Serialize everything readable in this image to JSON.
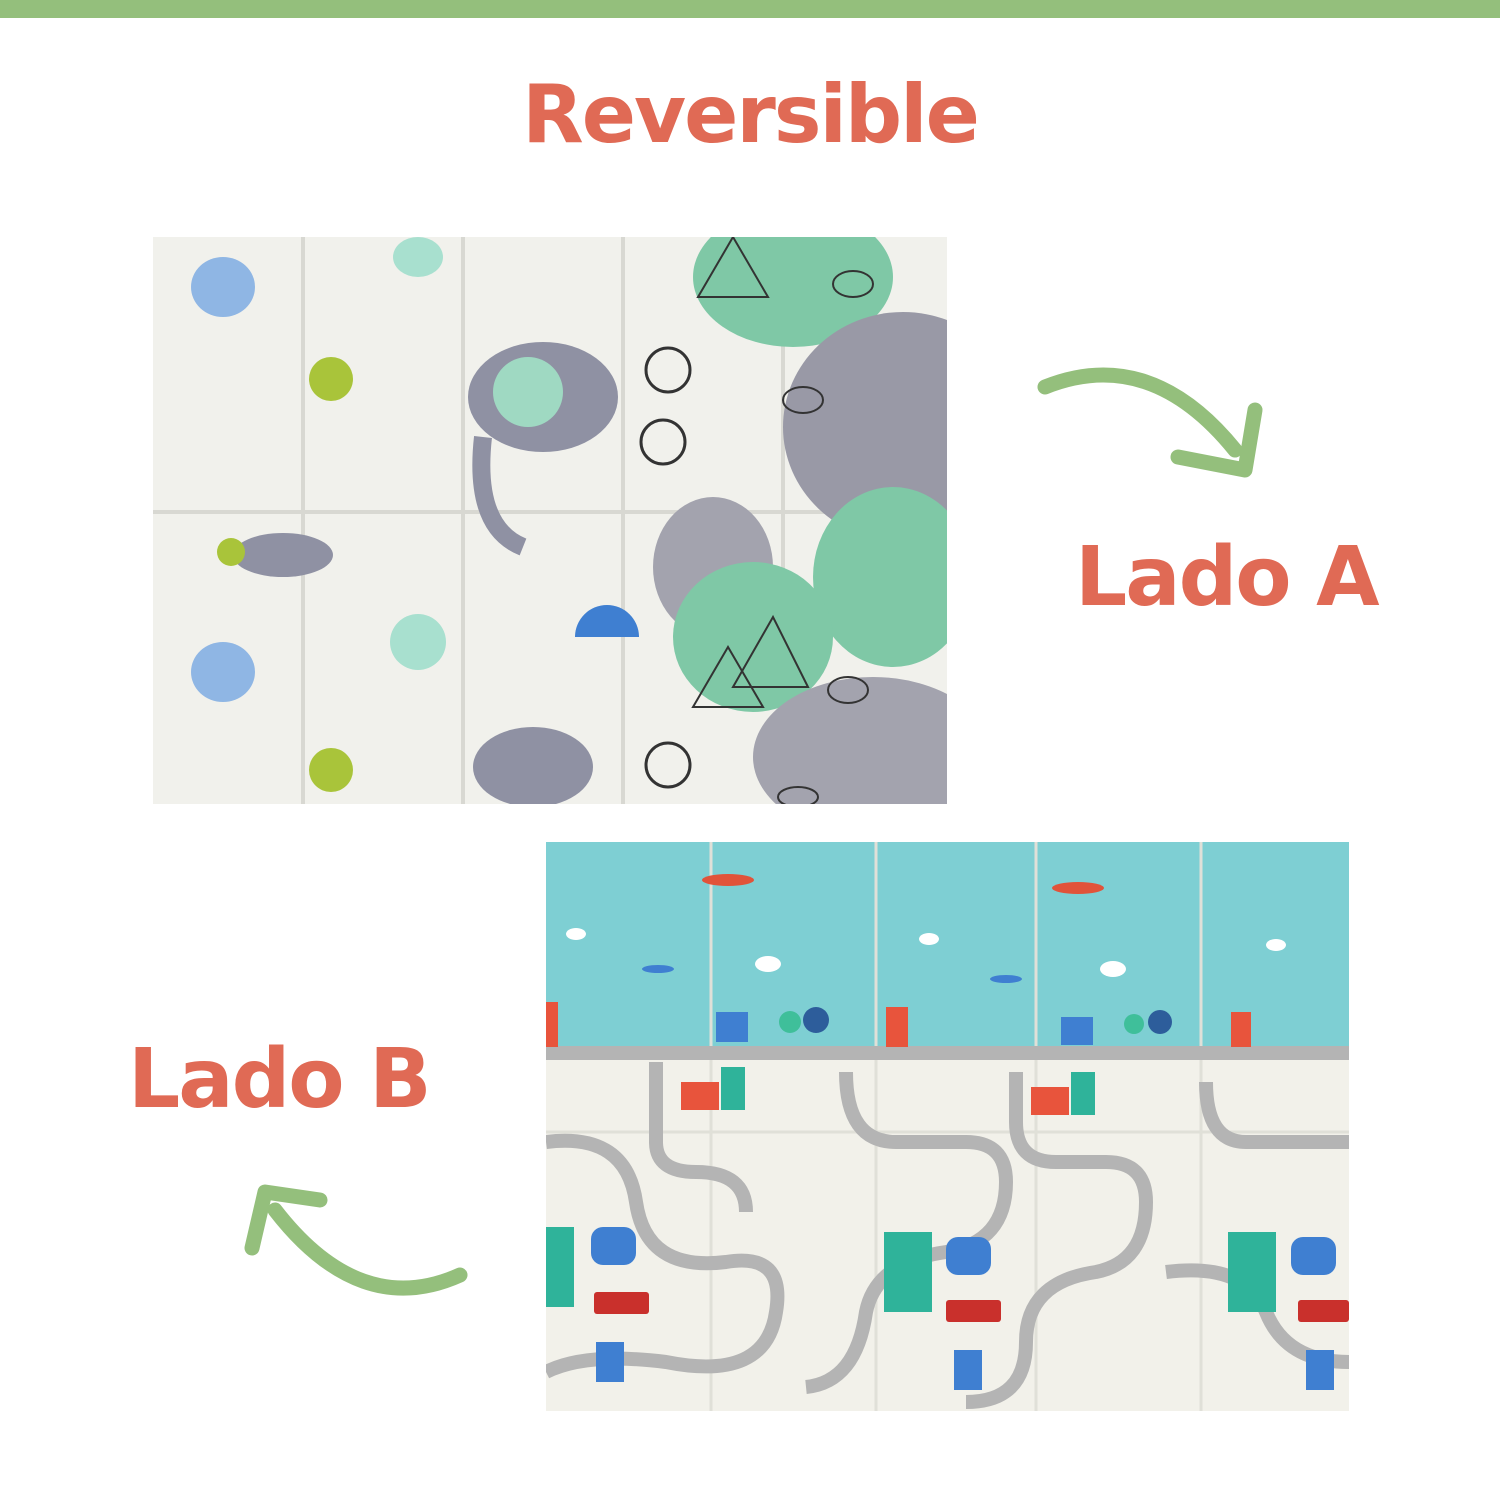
{
  "header": {
    "title": "Reversible"
  },
  "side_a": {
    "label": "Lado A",
    "image": "elephant-forest-pattern-mat"
  },
  "side_b": {
    "label": "Lado B",
    "image": "city-roads-pattern-mat"
  },
  "colors": {
    "accent_text": "#e06a55",
    "arrow": "#94bf7c",
    "top_bar": "#94bf7c"
  }
}
